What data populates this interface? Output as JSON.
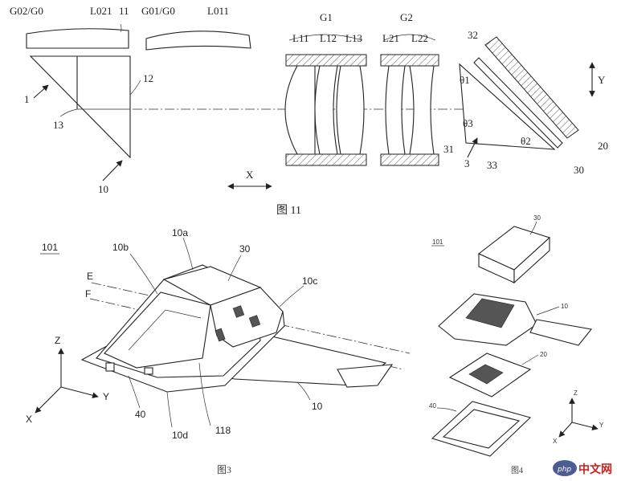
{
  "figure_top": {
    "caption": "图 11",
    "labels": {
      "g02_g0": "G02/G0",
      "l021": "L021",
      "n11": "11",
      "g01_g0": "G01/G0",
      "l011": "L011",
      "n1": "1",
      "n12": "12",
      "n13": "13",
      "n10": "10",
      "g1": "G1",
      "g2": "G2",
      "l11": "L11",
      "l12": "L12",
      "l13": "L13",
      "l21": "L21",
      "l22": "L22",
      "n32": "32",
      "theta1": "θ1",
      "theta3": "θ3",
      "theta2": "θ2",
      "n31": "31",
      "n3": "3",
      "n33": "33",
      "n30": "30",
      "n20": "20",
      "axis_x": "X",
      "axis_y": "Y"
    }
  },
  "figure_left": {
    "caption": "图3",
    "labels": {
      "n101": "101",
      "n10a": "10a",
      "n10b": "10b",
      "n30": "30",
      "n10c": "10c",
      "e": "E",
      "f": "F",
      "axis_z": "Z",
      "axis_y": "Y",
      "axis_x": "X",
      "n40": "40",
      "n10d": "10d",
      "n118": "118",
      "n10": "10"
    }
  },
  "figure_right": {
    "caption": "图4",
    "labels": {
      "n101": "101",
      "n30": "30",
      "n10": "10",
      "n20": "20",
      "n40": "40",
      "axis_z": "Z",
      "axis_y": "Y",
      "axis_x": "X"
    }
  },
  "watermark": {
    "text": "中文网",
    "badge": "php"
  }
}
